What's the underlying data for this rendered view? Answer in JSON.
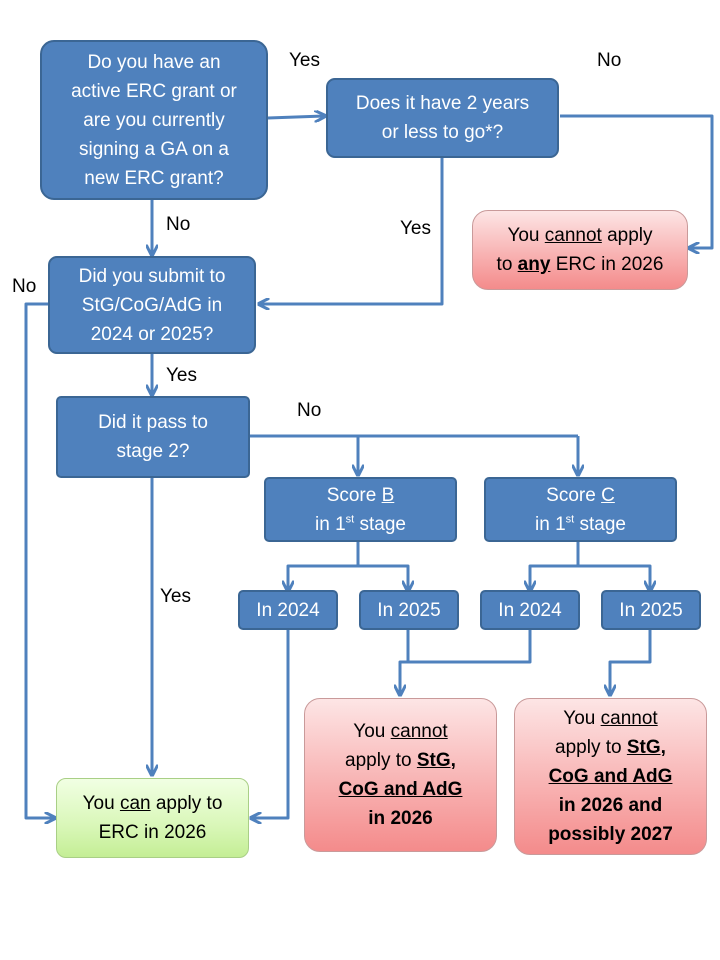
{
  "nodes": {
    "q_active": {
      "lines": [
        "Do you have an",
        "active ERC grant or",
        "are you currently",
        "signing a GA on a",
        "new ERC grant?"
      ]
    },
    "q_two_years": {
      "lines": [
        "Does it have 2 years",
        "or less to go*?"
      ]
    },
    "cannot_any": {
      "pre": "You ",
      "cannot": "cannot",
      "mid": " apply",
      "to": "to ",
      "any": "any",
      "post": " ERC in 2026"
    },
    "q_submit": {
      "lines": [
        "Did you submit to",
        "StG/CoG/AdG in",
        "2024 or 2025?"
      ]
    },
    "q_stage2": {
      "lines": [
        "Did it pass to",
        "stage 2?"
      ]
    },
    "score_b": {
      "prefix": "Score ",
      "grade": "B",
      "in": "in 1",
      "sup": "st",
      "suffix": " stage"
    },
    "score_c": {
      "prefix": "Score ",
      "grade": "C",
      "in": "in 1",
      "sup": "st",
      "suffix": " stage"
    },
    "b_2024": "In 2024",
    "b_2025": "In 2025",
    "c_2024": "In 2024",
    "c_2025": "In 2025",
    "can_apply": {
      "pre": "You ",
      "can": "can",
      "post": " apply to",
      "line2": "ERC in 2026"
    },
    "cannot_2026": {
      "pre": "You ",
      "cannot": "cannot",
      "line2a": "apply to ",
      "stg": "StG,",
      "line3": "CoG and AdG",
      "line4": "in 2026"
    },
    "cannot_2027": {
      "pre": "You ",
      "cannot": "cannot",
      "line2a": "apply to ",
      "stg": "StG,",
      "line3": "CoG and AdG",
      "line4": "in 2026 and",
      "line5": "possibly 2027"
    }
  },
  "edge_labels": {
    "yes_top": "Yes",
    "no_top_right": "No",
    "yes_right": "Yes",
    "no_down": "No",
    "no_left": "No",
    "yes_down": "Yes",
    "no_stage2": "No",
    "yes_stage2": "Yes"
  },
  "colors": {
    "decision_fill": "#4f81bd",
    "arrow": "#4f81bd",
    "negative_fill": "#f8b3b3",
    "positive_fill": "#d9f7b8"
  }
}
